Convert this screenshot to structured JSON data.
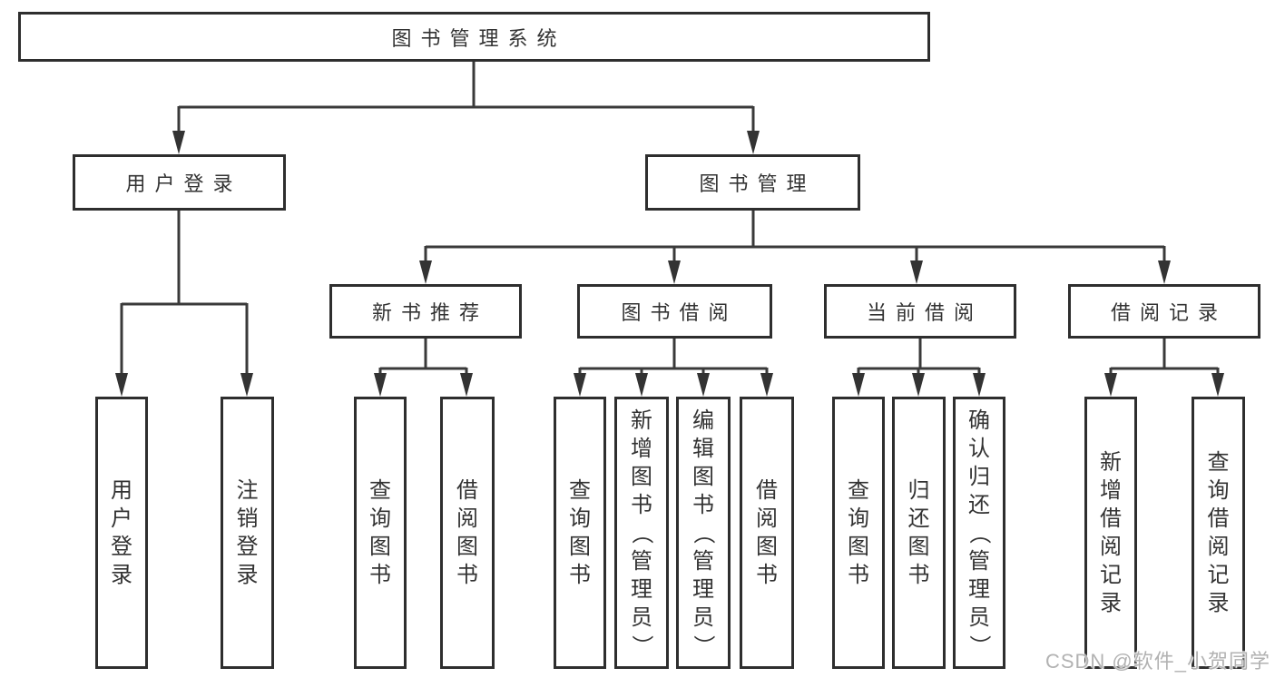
{
  "diagram": {
    "root": {
      "label": "图书管理系统",
      "children": [
        {
          "label": "用户登录",
          "children": [
            {
              "label": "用户登录"
            },
            {
              "label": "注销登录"
            }
          ]
        },
        {
          "label": "图书管理",
          "children": [
            {
              "label": "新书推荐",
              "children": [
                {
                  "label": "查询图书"
                },
                {
                  "label": "借阅图书"
                }
              ]
            },
            {
              "label": "图书借阅",
              "children": [
                {
                  "label": "查询图书"
                },
                {
                  "label": "新增图书（管理员）"
                },
                {
                  "label": "编辑图书（管理员）"
                },
                {
                  "label": "借阅图书"
                }
              ]
            },
            {
              "label": "当前借阅",
              "children": [
                {
                  "label": "查询图书"
                },
                {
                  "label": "归还图书"
                },
                {
                  "label": "确认归还（管理员）"
                }
              ]
            },
            {
              "label": "借阅记录",
              "children": [
                {
                  "label": "新增借阅记录"
                },
                {
                  "label": "查询借阅记录"
                }
              ]
            }
          ]
        }
      ]
    }
  },
  "watermark": "CSDN @软件_小贺同学",
  "colors": {
    "line": "#3a3a3a",
    "arrow_fill": "#333333",
    "box_border": "#2e2e2e",
    "text": "#333333",
    "background": "#ffffff",
    "watermark": "#b2b2b2"
  }
}
